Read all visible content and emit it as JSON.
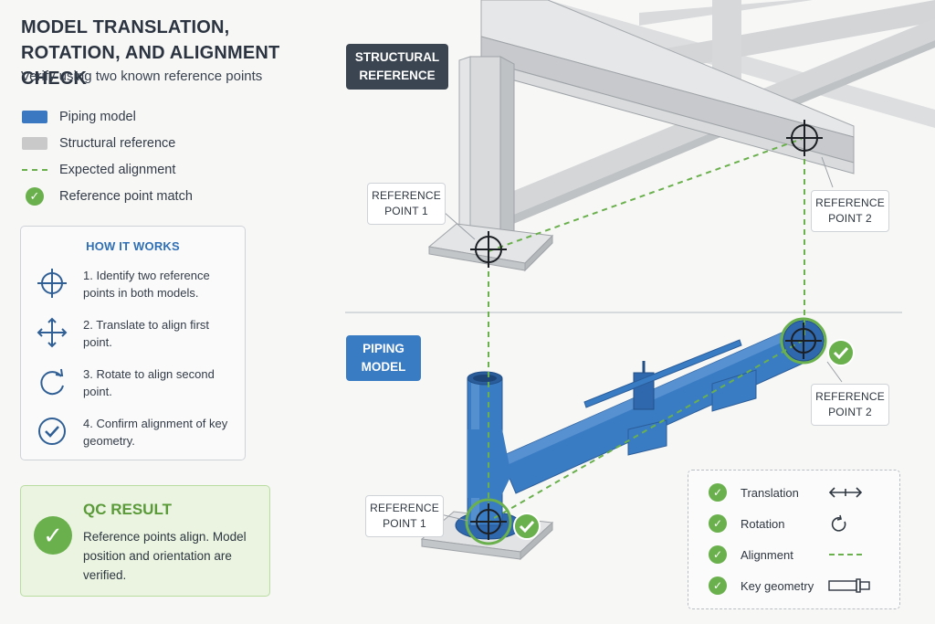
{
  "header": {
    "title": "MODEL TRANSLATION, ROTATION, AND ALIGNMENT CHECK",
    "subtitle": "Verify using two known reference points"
  },
  "legend": {
    "items": [
      {
        "label": "Piping model",
        "icon": "blue-swatch",
        "color": "#3a78c2"
      },
      {
        "label": "Structural reference",
        "icon": "gray-swatch",
        "color": "#c9c9c9"
      },
      {
        "label": "Expected alignment",
        "icon": "green-dash-line",
        "color": "#6ab04c"
      },
      {
        "label": "Reference point match",
        "icon": "check-circle-icon",
        "color": "#6ab04c"
      }
    ]
  },
  "how_it_works": {
    "title": "HOW IT WORKS",
    "steps": [
      {
        "text": "1. Identify two reference points in both models.",
        "icon": "crosshair-icon"
      },
      {
        "text": "2. Translate to align first point.",
        "icon": "move-arrows-icon"
      },
      {
        "text": "3. Rotate to align second point.",
        "icon": "rotate-icon"
      },
      {
        "text": "4. Confirm alignment of key geometry.",
        "icon": "check-circle-icon"
      }
    ]
  },
  "qc_result": {
    "title": "QC RESULT",
    "text": "Reference points align. Model position and orientation are verified."
  },
  "labels": {
    "structural_reference": "STRUCTURAL REFERENCE",
    "piping_model": "PIPING MODEL",
    "struct_ref_point_1": "REFERENCE POINT 1",
    "struct_ref_point_2": "REFERENCE POINT 2",
    "pipe_ref_point_1": "REFERENCE POINT 1",
    "pipe_ref_point_2": "REFERENCE POINT 2"
  },
  "summary": {
    "items": [
      {
        "label": "Translation",
        "icon": "double-arrow-icon"
      },
      {
        "label": "Rotation",
        "icon": "rotate-arrow-icon"
      },
      {
        "label": "Alignment",
        "icon": "green-dash-icon"
      },
      {
        "label": "Key geometry",
        "icon": "pipe-segment-icon"
      }
    ]
  },
  "colors": {
    "accent_blue": "#3a78c2",
    "accent_green": "#6ab04c",
    "dark_label": "#3b4551",
    "steel": "#c9cbce"
  }
}
